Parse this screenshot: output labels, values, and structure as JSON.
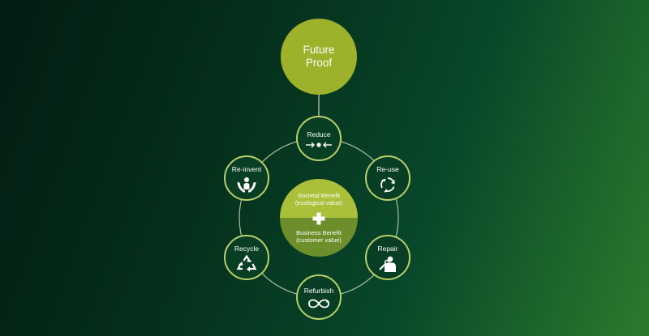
{
  "top": {
    "line1": "Future",
    "line2": "Proof"
  },
  "center": {
    "top_line1": "Societal Benefit",
    "top_line2": "(ecological value)",
    "bottom_line1": "Business Benefit",
    "bottom_line2": "(customer value)"
  },
  "nodes": [
    {
      "label": "Reduce",
      "icon": "reduce-arrows-icon"
    },
    {
      "label": "Re-use",
      "icon": "cycle-arrows-icon"
    },
    {
      "label": "Repair",
      "icon": "repair-person-icon"
    },
    {
      "label": "Refurbish",
      "icon": "infinity-icon"
    },
    {
      "label": "Recycle",
      "icon": "recycle-icon"
    },
    {
      "label": "Re-invent",
      "icon": "hands-person-icon"
    }
  ],
  "colors": {
    "ring": "#c9d6b3",
    "node_border": "#b8cf6a",
    "future_fill": "#9db12a",
    "center_top": "#aac03a",
    "center_bottom": "#6c8e2b"
  }
}
